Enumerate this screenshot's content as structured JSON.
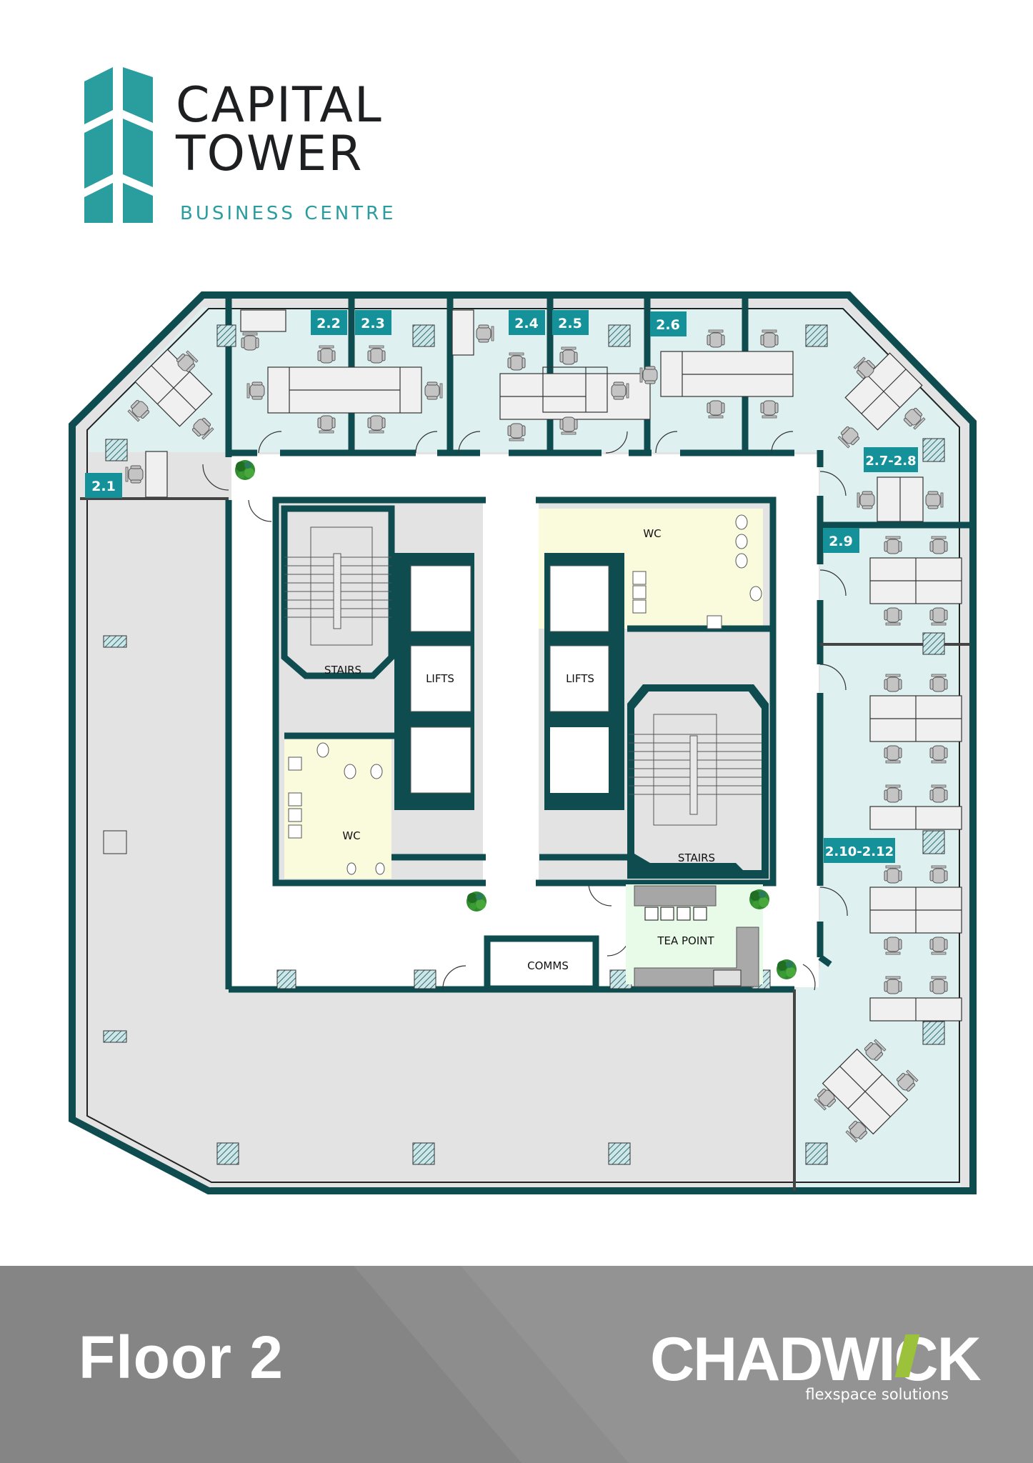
{
  "logo": {
    "line1": "CAPITAL",
    "line2": "TOWER",
    "subtitle": "BUSINESS CENTRE",
    "brand_color": "#2a9d9f",
    "text_color": "#1e1f21"
  },
  "floorplan": {
    "wall_color": "#0e4c50",
    "office_fill": "#dff0f1",
    "unlet_fill": "#e3e3e3",
    "wc_fill": "#fafadc",
    "tea_fill": "#e8fae8",
    "label_bg": "#15919a",
    "offices": [
      {
        "id": "2.1",
        "label": "2.1"
      },
      {
        "id": "2.2",
        "label": "2.2"
      },
      {
        "id": "2.3",
        "label": "2.3"
      },
      {
        "id": "2.4",
        "label": "2.4"
      },
      {
        "id": "2.5",
        "label": "2.5"
      },
      {
        "id": "2.6",
        "label": "2.6"
      },
      {
        "id": "2.7-2.8",
        "label": "2.7-2.8"
      },
      {
        "id": "2.9",
        "label": "2.9"
      },
      {
        "id": "2.10-2.12",
        "label": "2.10-2.12"
      }
    ],
    "core": {
      "stairs_left": "STAIRS",
      "stairs_right": "STAIRS",
      "lifts_left": "LIFTS",
      "lifts_right": "LIFTS",
      "wc_top": "WC",
      "wc_bottom": "WC",
      "comms": "COMMS",
      "tea_point": "TEA POINT"
    }
  },
  "footer": {
    "floor_label": "Floor 2",
    "brand_name": "CHADWICK",
    "brand_tagline": "flexspace solutions",
    "accent_color": "#9cc13b"
  }
}
